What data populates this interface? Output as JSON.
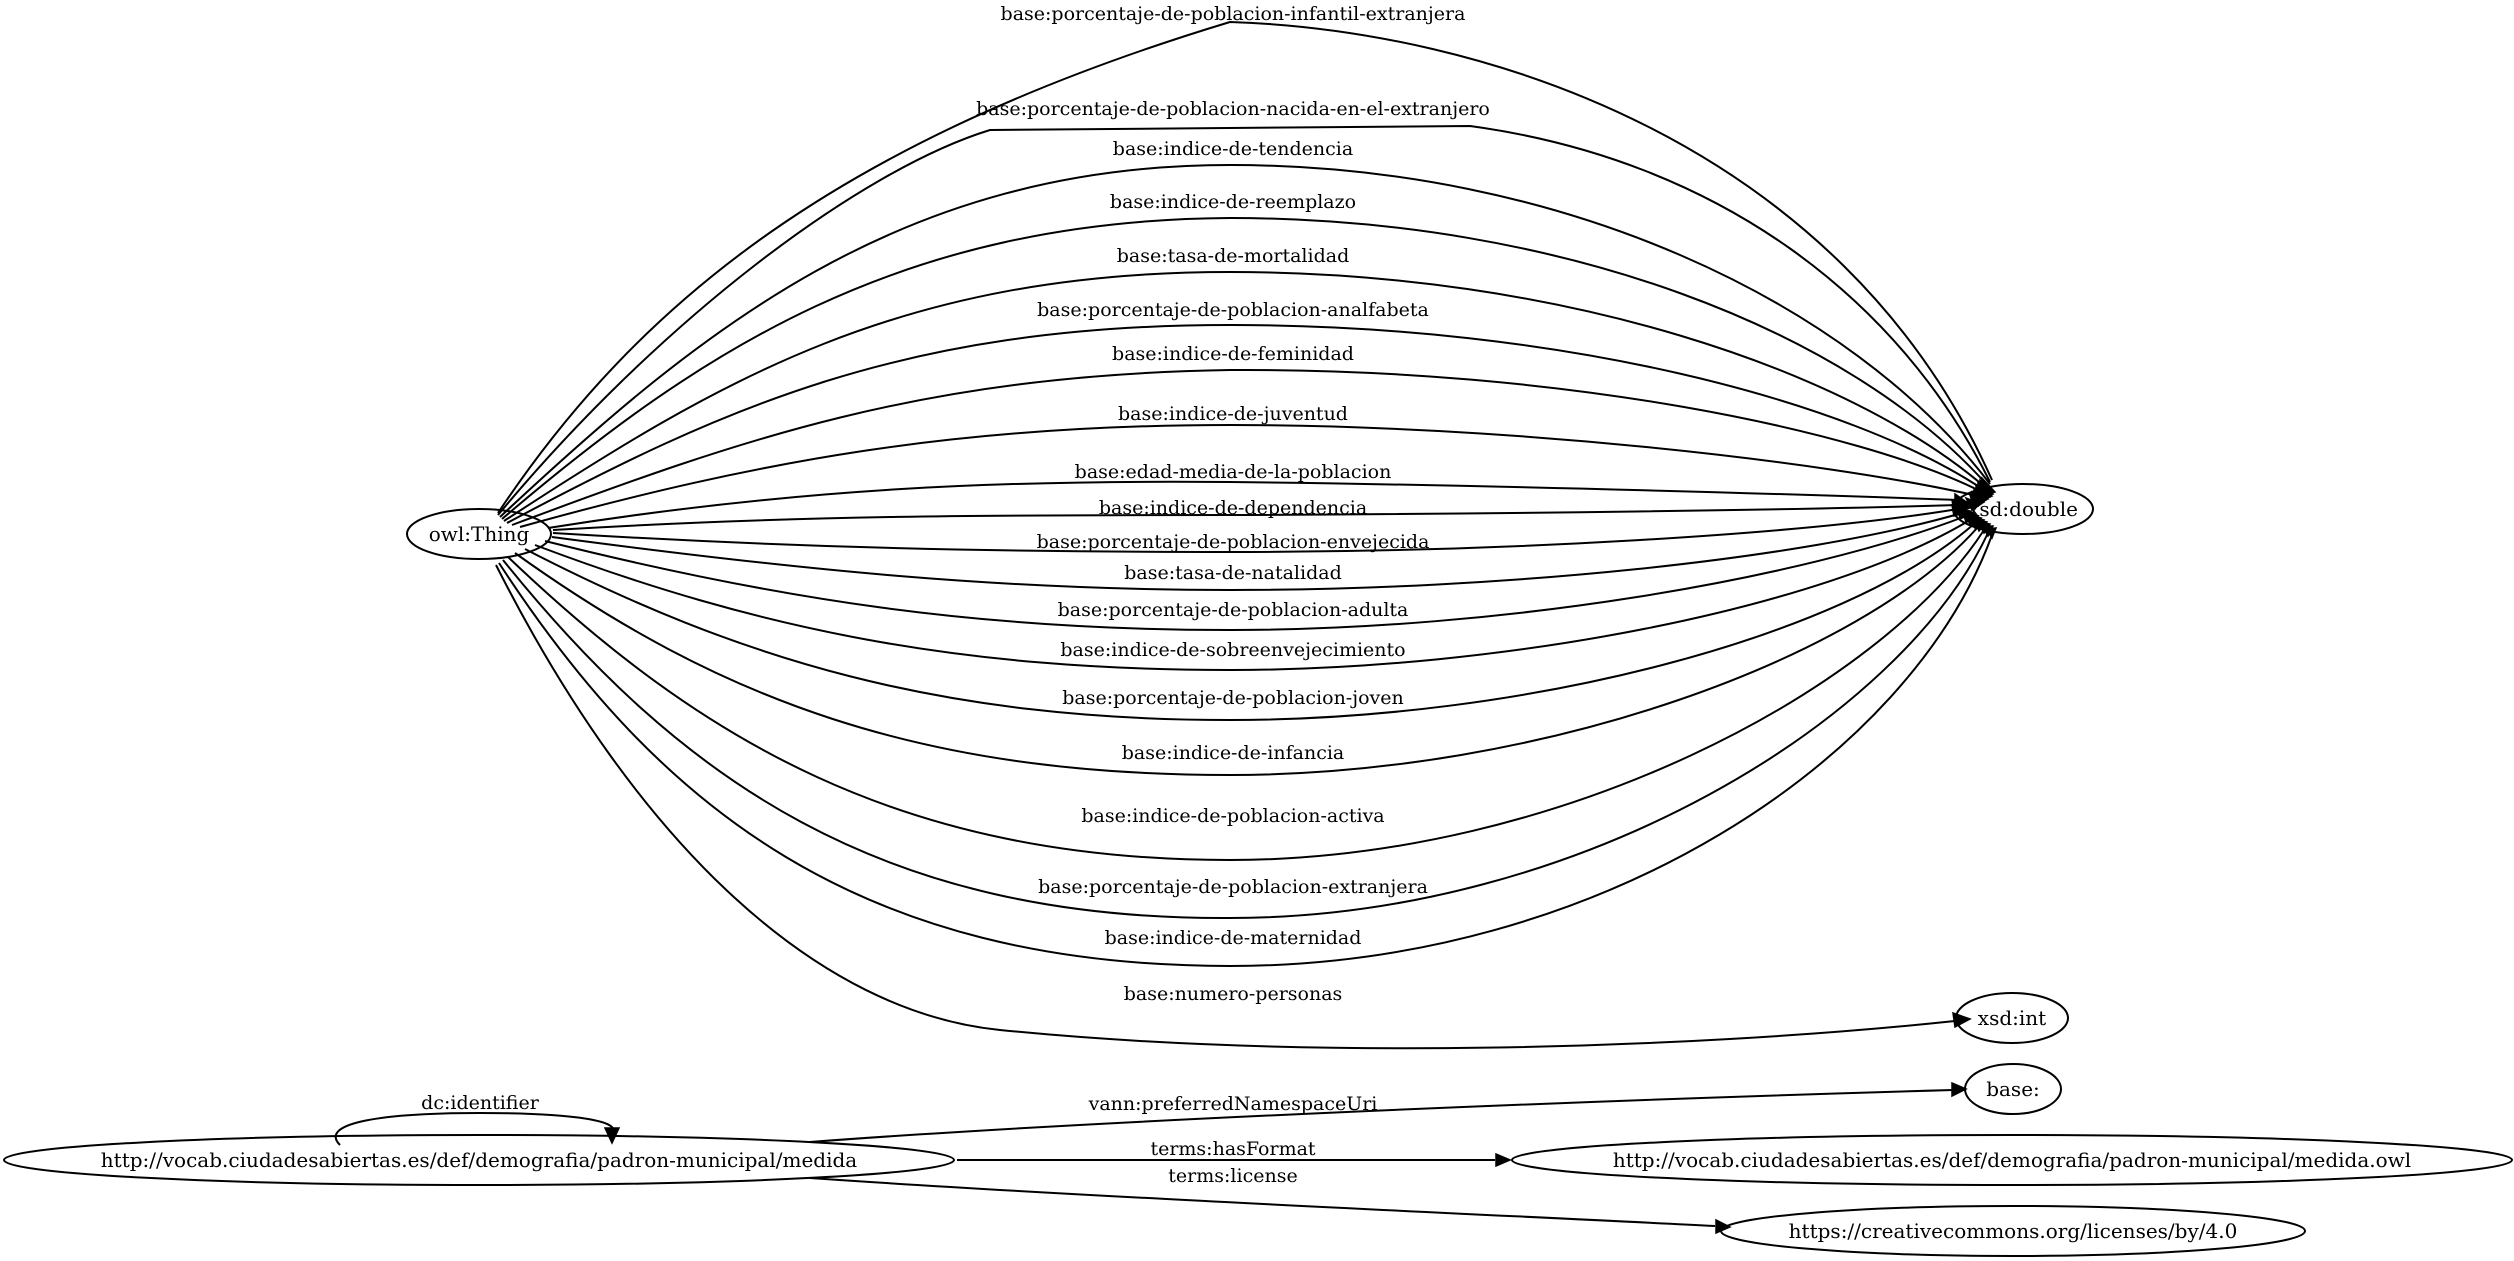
{
  "nodes": {
    "owl_thing": "owl:Thing",
    "xsd_double": "xsd:double",
    "xsd_int": "xsd:int",
    "base": "base:",
    "medida": "http://vocab.ciudadesabiertas.es/def/demografia/padron-municipal/medida",
    "medida_owl": "http://vocab.ciudadesabiertas.es/def/demografia/padron-municipal/medida.owl",
    "license": "https://creativecommons.org/licenses/by/4.0"
  },
  "edges": {
    "infantil_extranjera": "base:porcentaje-de-poblacion-infantil-extranjera",
    "nacida_extranjero": "base:porcentaje-de-poblacion-nacida-en-el-extranjero",
    "tendencia": "base:indice-de-tendencia",
    "reemplazo": "base:indice-de-reemplazo",
    "mortalidad": "base:tasa-de-mortalidad",
    "analfabeta": "base:porcentaje-de-poblacion-analfabeta",
    "feminidad": "base:indice-de-feminidad",
    "juventud": "base:indice-de-juventud",
    "edad_media": "base:edad-media-de-la-poblacion",
    "dependencia": "base:indice-de-dependencia",
    "envejecida": "base:porcentaje-de-poblacion-envejecida",
    "natalidad": "base:tasa-de-natalidad",
    "adulta": "base:porcentaje-de-poblacion-adulta",
    "sobreenvejecimiento": "base:indice-de-sobreenvejecimiento",
    "joven": "base:porcentaje-de-poblacion-joven",
    "infancia": "base:indice-de-infancia",
    "poblacion_activa": "base:indice-de-poblacion-activa",
    "extranjera": "base:porcentaje-de-poblacion-extranjera",
    "maternidad": "base:indice-de-maternidad",
    "numero_personas": "base:numero-personas",
    "identifier": "dc:identifier",
    "namespace_uri": "vann:preferredNamespaceUri",
    "has_format": "terms:hasFormat",
    "license": "terms:license"
  }
}
